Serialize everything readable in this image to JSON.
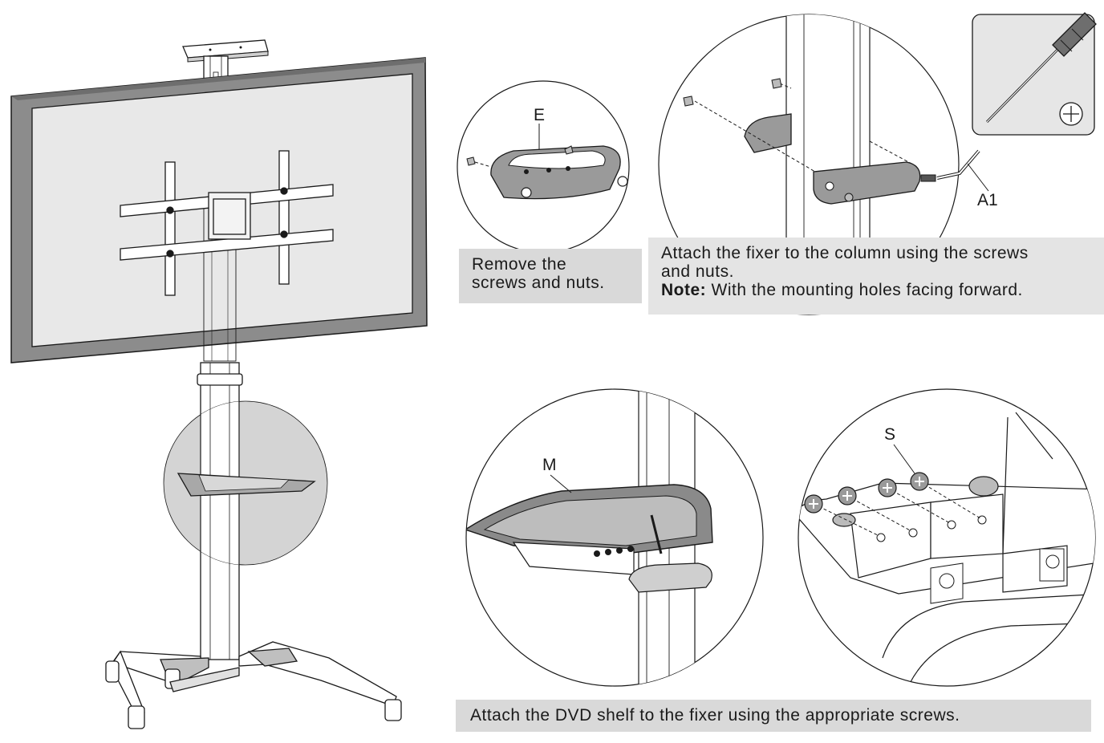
{
  "labels": {
    "fixer": "E",
    "allen_key": "A1",
    "shelf": "M",
    "screws": "S"
  },
  "captions": {
    "remove": {
      "line1": "Remove the",
      "line2": "screws and nuts."
    },
    "attach_fixer": {
      "line1": "Attach the fixer to the column using the screws",
      "line2": "and nuts.",
      "note_label": "Note:",
      "note_text": " With the mounting holes facing forward."
    },
    "attach_shelf": "Attach the DVD shelf to the fixer using the appropriate screws."
  },
  "colors": {
    "line": "#1a1a1a",
    "tv_frame": "#8c8c8c",
    "tv_screen": "#e8e8e8",
    "caption_bg": "#d9d9d9",
    "part_gray": "#9a9a9a",
    "shelf_gray": "#7f7f7f"
  },
  "icons": [
    "phillips-screwdriver-icon",
    "phillips-head-symbol-icon",
    "allen-key-icon"
  ]
}
